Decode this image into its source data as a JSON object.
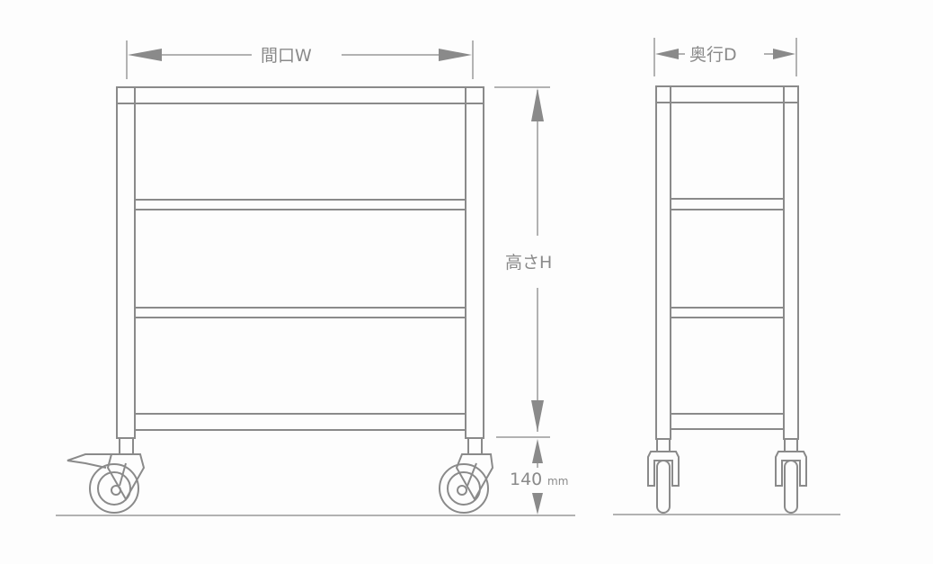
{
  "diagram": {
    "type": "technical-drawing",
    "subject": "3-shelf cart with casters",
    "views": [
      {
        "name": "front",
        "label_width": "間口W"
      },
      {
        "name": "side",
        "label_depth": "奥行D"
      }
    ],
    "dimensions": {
      "width_label": "間口W",
      "depth_label": "奥行D",
      "height_label": "高さH",
      "caster_height_value": "140",
      "caster_height_unit": "mm"
    },
    "shelves": 3,
    "line_color": "#8a8a8a",
    "background": "#fdfdfd"
  }
}
